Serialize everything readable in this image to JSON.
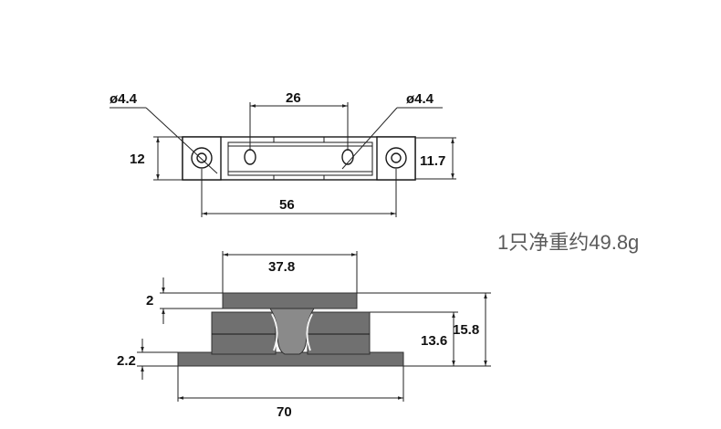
{
  "top_view": {
    "hole_left_label": "ø4.4",
    "hole_right_label": "ø4.4",
    "slot_spacing": "26",
    "height_left": "12",
    "height_right": "11.7",
    "total_length": "56"
  },
  "side_view": {
    "top_width": "37.8",
    "top_thickness": "2",
    "base_thickness": "2.2",
    "mid_height": "13.6",
    "total_height": "15.8",
    "base_width": "70"
  },
  "weight_note": "1只净重约49.8g",
  "colors": {
    "line": "#1a1a1a",
    "part_fill": "#707070",
    "note_text": "#5a5a5a"
  }
}
